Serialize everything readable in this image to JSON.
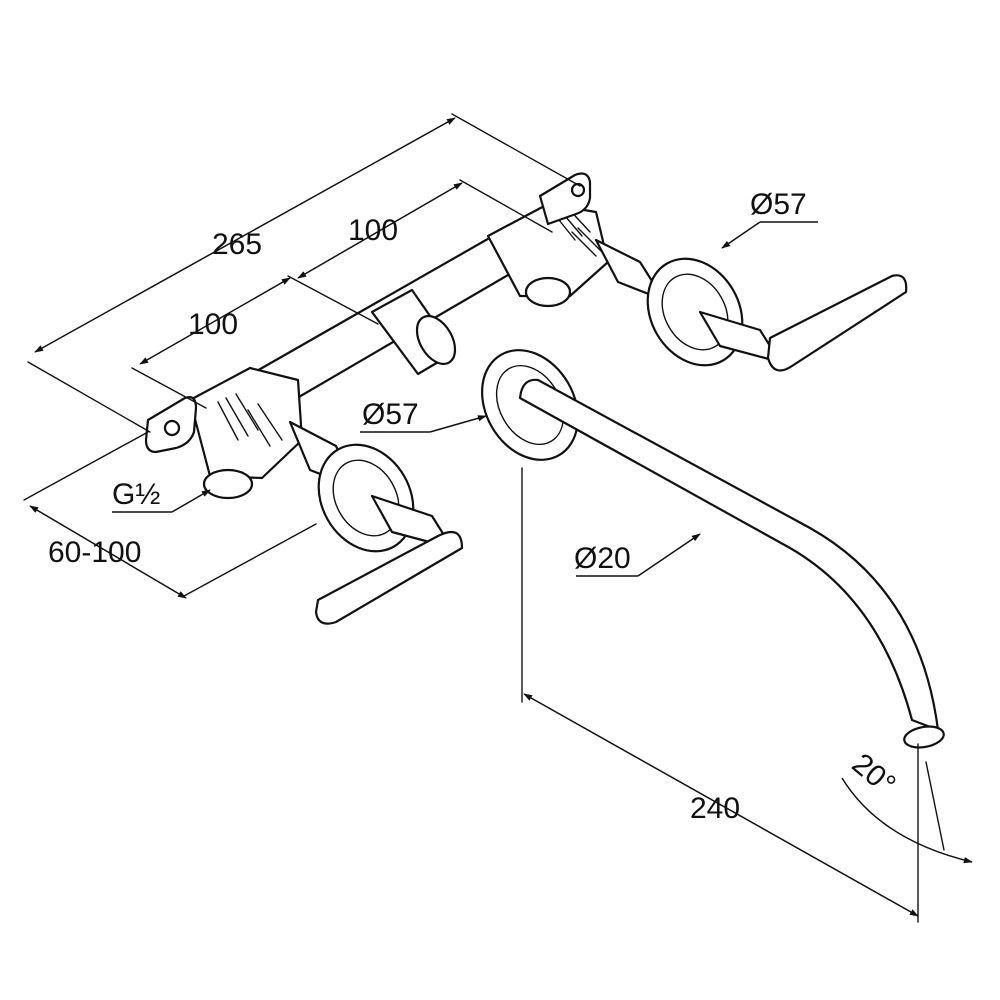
{
  "dimensions": {
    "overall_width": "265",
    "spacing_right": "100",
    "spacing_left": "100",
    "rosette_right": "Ø57",
    "rosette_center": "Ø57",
    "thread": "G½",
    "depth": "60-100",
    "spout_diameter": "Ø20",
    "spout_projection": "240",
    "angle": "20°"
  }
}
